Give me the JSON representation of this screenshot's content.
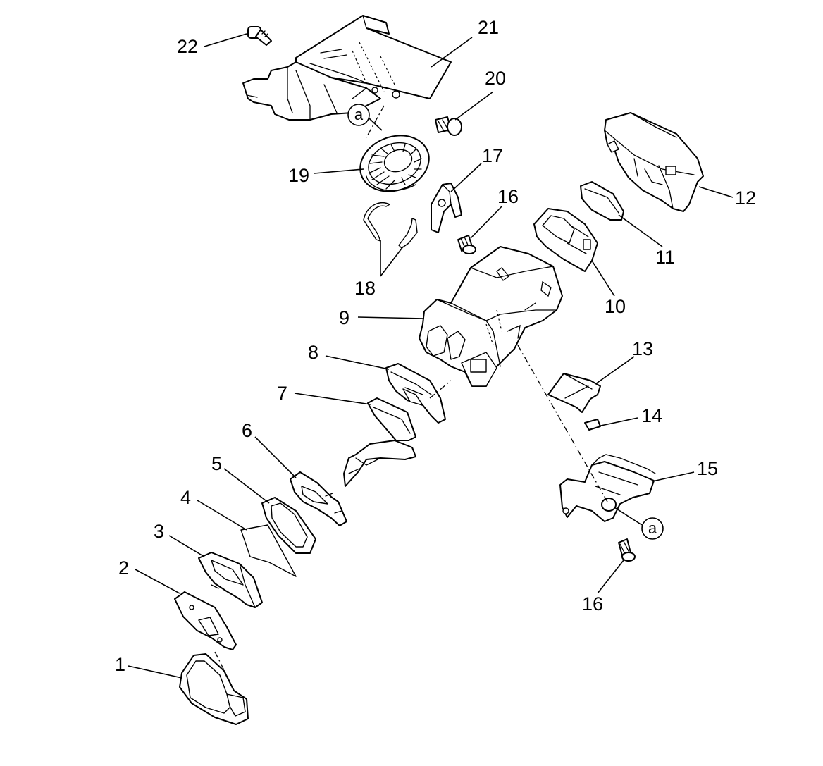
{
  "callouts": {
    "c1": "1",
    "c2": "2",
    "c3": "3",
    "c4": "4",
    "c5": "5",
    "c6": "6",
    "c7": "7",
    "c8": "8",
    "c9": "9",
    "c10": "10",
    "c11": "11",
    "c12": "12",
    "c13": "13",
    "c14": "14",
    "c15": "15",
    "c16a": "16",
    "c16b": "16",
    "c17": "17",
    "c18": "18",
    "c19": "19",
    "c20": "20",
    "c21": "21",
    "c22": "22"
  },
  "reference_marks": {
    "upper": "a",
    "lower": "a"
  }
}
